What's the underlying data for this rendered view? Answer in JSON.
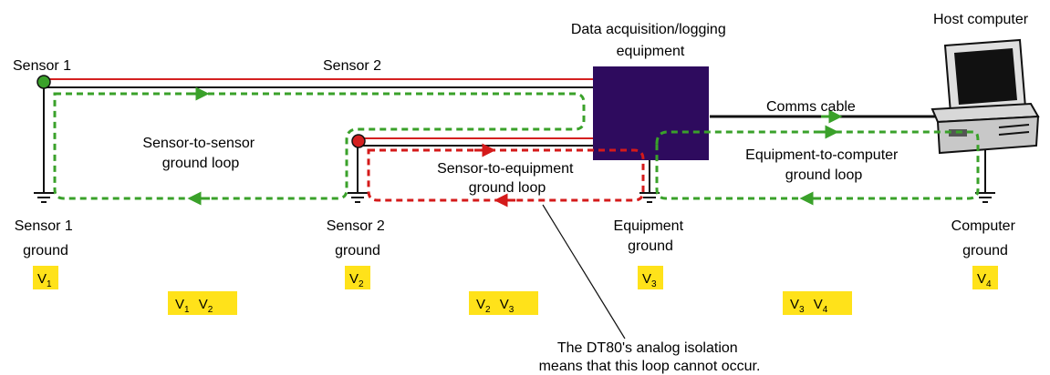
{
  "labels": {
    "sensor1": "Sensor 1",
    "sensor2": "Sensor 2",
    "equipment": [
      "Data acquisition/logging",
      "equipment"
    ],
    "host": "Host computer",
    "comms": "Comms cable",
    "sensor_loop": [
      "Sensor-to-sensor",
      "ground loop"
    ],
    "sensor_equip_loop": [
      "Sensor-to-equipment",
      "ground loop"
    ],
    "equip_comp_loop": [
      "Equipment-to-computer",
      "ground loop"
    ],
    "sensor1_ground": [
      "Sensor 1",
      "ground"
    ],
    "sensor2_ground": [
      "Sensor 2",
      "ground"
    ],
    "equipment_ground": [
      "Equipment",
      "ground"
    ],
    "computer_ground": [
      "Computer",
      "ground"
    ],
    "note": [
      "The DT80's analog isolation",
      "means that this loop cannot occur."
    ]
  },
  "voltages": {
    "v1": {
      "main": "V",
      "sub": "1"
    },
    "v2": {
      "main": "V",
      "sub": "2"
    },
    "v3": {
      "main": "V",
      "sub": "3"
    },
    "v4": {
      "main": "V",
      "sub": "4"
    },
    "v12": [
      {
        "main": "V",
        "sub": "1"
      },
      {
        "main": "V",
        "sub": "2"
      }
    ],
    "v23": [
      {
        "main": "V",
        "sub": "2"
      },
      {
        "main": "V",
        "sub": "3"
      }
    ],
    "v34": [
      {
        "main": "V",
        "sub": "3"
      },
      {
        "main": "V",
        "sub": "4"
      }
    ]
  },
  "colors": {
    "signal_red": "#d42020",
    "loop_green": "#3aa12a",
    "loop_red": "#d41a1a",
    "equipment_box": "#2e0b5e",
    "voltage_highlight": "#ffe21a",
    "sensor_green": "#3aa12a"
  }
}
